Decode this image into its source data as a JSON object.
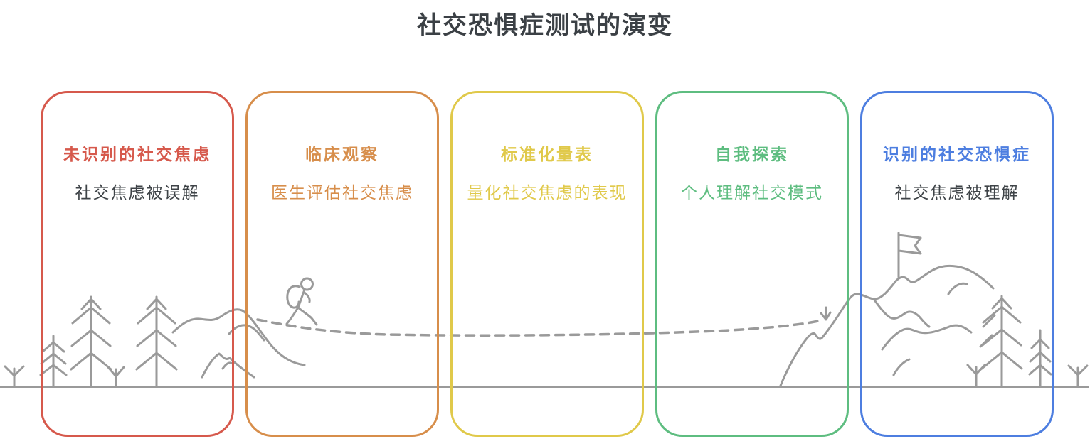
{
  "title": "社交恐惧症测试的演变",
  "text_color": "#3B4045",
  "stages": [
    {
      "title": "未识别的社交焦虑",
      "subtitle": "社交焦虑被误解",
      "accent": "#D6594C",
      "subtitle_color": "#3E4347"
    },
    {
      "title": "临床观察",
      "subtitle": "医生评估社交焦虑",
      "accent": "#D78E4B",
      "subtitle_color": "#D78E4B"
    },
    {
      "title": "标准化量表",
      "subtitle": "量化社交焦虑的表现",
      "accent": "#E0C94A",
      "subtitle_color": "#E0C94A"
    },
    {
      "title": "自我探索",
      "subtitle": "个人理解社交模式",
      "accent": "#5EBD80",
      "subtitle_color": "#5EBD80"
    },
    {
      "title": "识别的社交恐惧症",
      "subtitle": "社交焦虑被理解",
      "accent": "#4D7EE0",
      "subtitle_color": "#3E4347"
    }
  ],
  "illustration": {
    "line_color": "#9A9A9A",
    "elements": [
      "sprouts",
      "pine-trees",
      "left-mountain",
      "hiker",
      "dashed-trail",
      "trail-arrow",
      "right-mountain",
      "summit-flag",
      "ground-line"
    ]
  }
}
